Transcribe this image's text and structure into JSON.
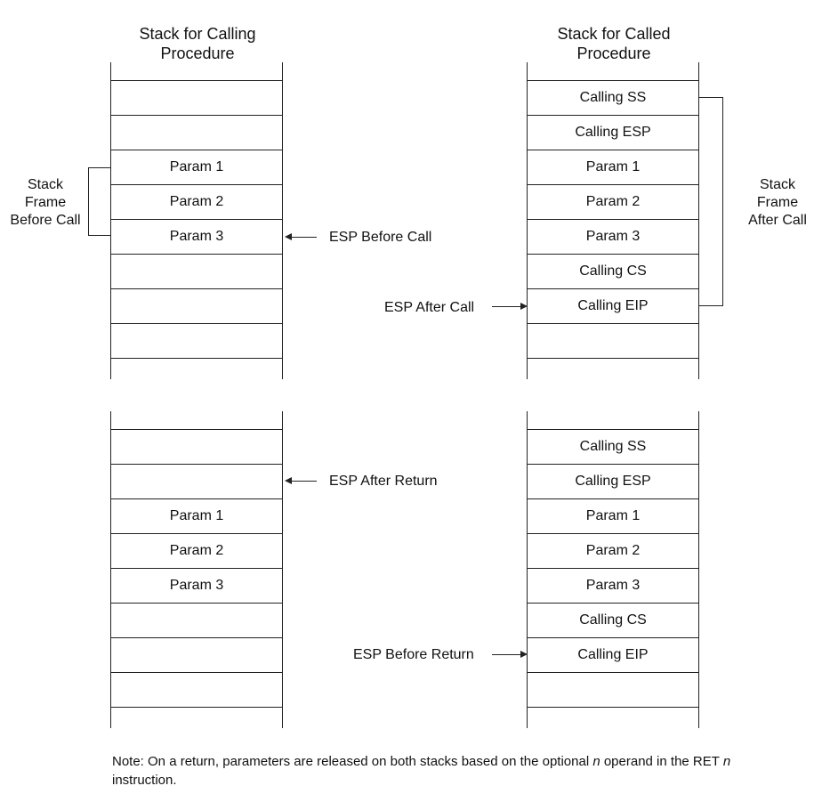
{
  "titles": {
    "calling": "Stack for Calling\nProcedure",
    "called": "Stack for Called\nProcedure"
  },
  "top_left_cells": [
    "",
    "",
    "Param 1",
    "Param 2",
    "Param 3",
    "",
    "",
    ""
  ],
  "top_right_cells": [
    "Calling SS",
    "Calling ESP",
    "Param 1",
    "Param 2",
    "Param 3",
    "Calling CS",
    "Calling EIP",
    ""
  ],
  "bottom_left_cells": [
    "",
    "",
    "Param 1",
    "Param 2",
    "Param 3",
    "",
    "",
    ""
  ],
  "bottom_right_cells": [
    "Calling SS",
    "Calling ESP",
    "Param 1",
    "Param 2",
    "Param 3",
    "Calling CS",
    "Calling EIP",
    ""
  ],
  "labels": {
    "frame_before": "Stack\nFrame\nBefore Call",
    "frame_after": "Stack\nFrame\nAfter Call",
    "esp_before_call": "ESP Before Call",
    "esp_after_call": "ESP After Call",
    "esp_after_return": "ESP After Return",
    "esp_before_return": "ESP Before Return"
  },
  "note": {
    "part1": "Note: On a return, parameters are released on both stacks based on the optional ",
    "n1": "n",
    "part2": " operand in the RET ",
    "n2": "n",
    "part3": " instruction."
  }
}
